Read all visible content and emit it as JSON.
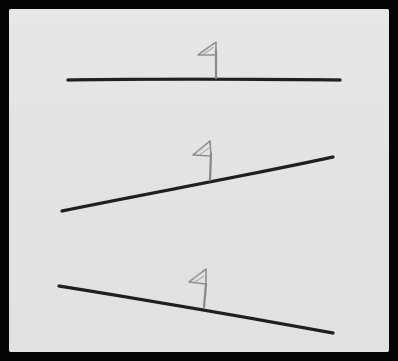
{
  "drawing": {
    "colors": {
      "frame": "#050505",
      "paper": "#e5e5e5",
      "ink": "#1f1f1f",
      "pencil": "#8c8c8c"
    },
    "sketches": [
      {
        "line": "horizontal",
        "flag": "upright-flag-icon"
      },
      {
        "line": "uphill",
        "flag": "upright-flag-icon"
      },
      {
        "line": "downhill",
        "flag": "upright-flag-icon"
      }
    ]
  }
}
